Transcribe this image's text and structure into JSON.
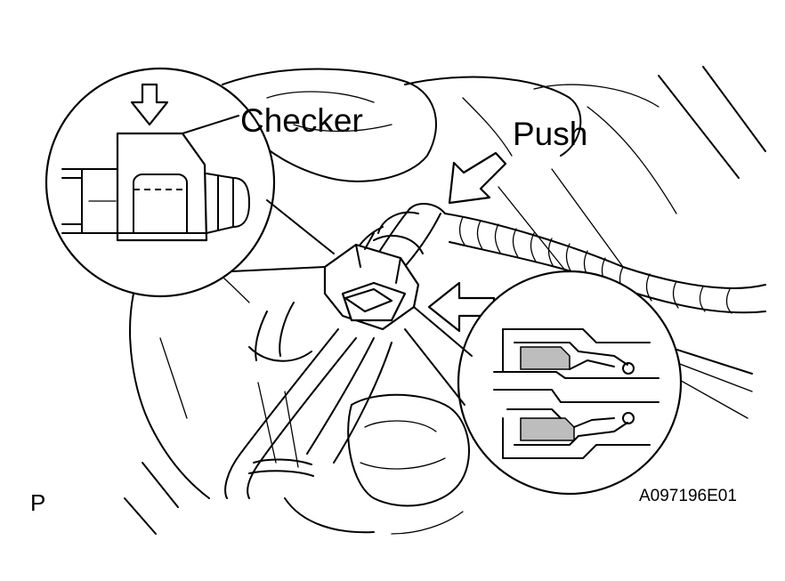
{
  "labels": {
    "checker": "Checker",
    "push": "Push",
    "corner_mark": "P",
    "figure_code": "A097196E01"
  },
  "colors": {
    "line": "#000000",
    "background": "#ffffff",
    "shaded_seal": "#bdbdbd"
  },
  "icons": {
    "checker_push_arrow": "arrow-down-icon",
    "upper_push_arrow": "arrow-down-left-icon",
    "lower_push_arrow": "arrow-left-icon"
  }
}
